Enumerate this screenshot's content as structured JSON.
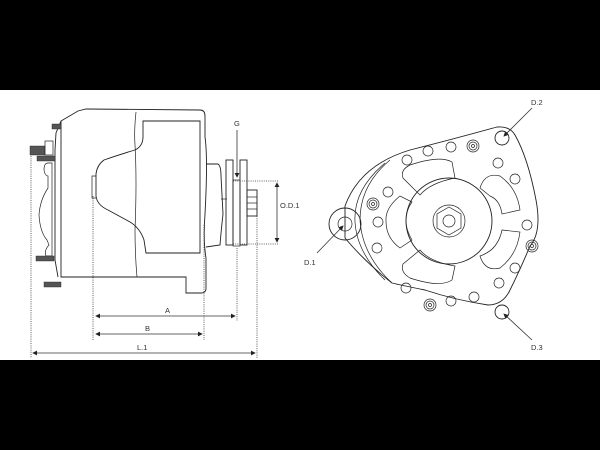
{
  "diagram": {
    "subject": "Alternator technical dimension drawing",
    "side_view": {
      "labels": {
        "A": "A",
        "B": "B",
        "L1": "L.1",
        "G": "G",
        "OD1": "O.D.1"
      }
    },
    "front_view": {
      "labels": {
        "D1": "D.1",
        "D2": "D.2",
        "D3": "D.3"
      },
      "cooling_holes": 16,
      "threaded_bosses": 4,
      "mounting_holes": 3,
      "spoke_windows": 5
    },
    "colors": {
      "background": "#ffffff",
      "letterbox": "#000000",
      "line": "#222222",
      "label": "#333333"
    }
  }
}
